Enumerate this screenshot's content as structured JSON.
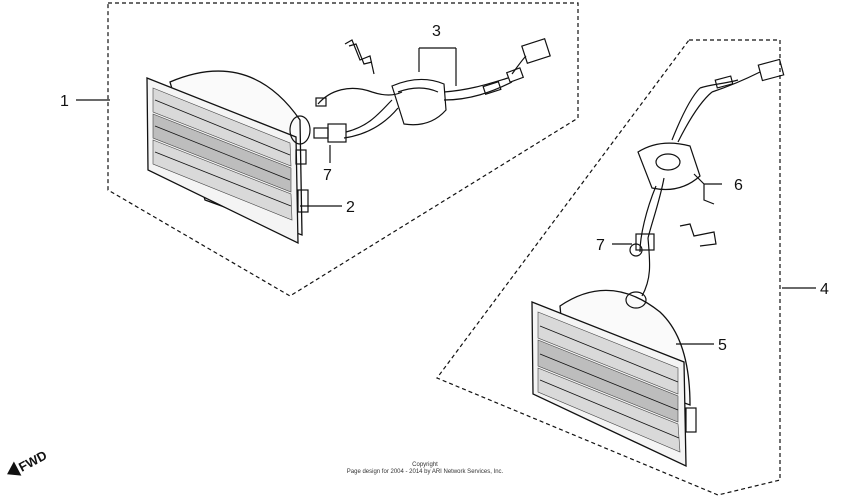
{
  "callouts": [
    "1",
    "2",
    "3",
    "4",
    "5",
    "6",
    "7",
    "7"
  ],
  "fwd_label": "FWD",
  "copyright_line1": "Copyright",
  "copyright_line2": "Page design for 2004 - 2014 by ARI Network Services, Inc."
}
